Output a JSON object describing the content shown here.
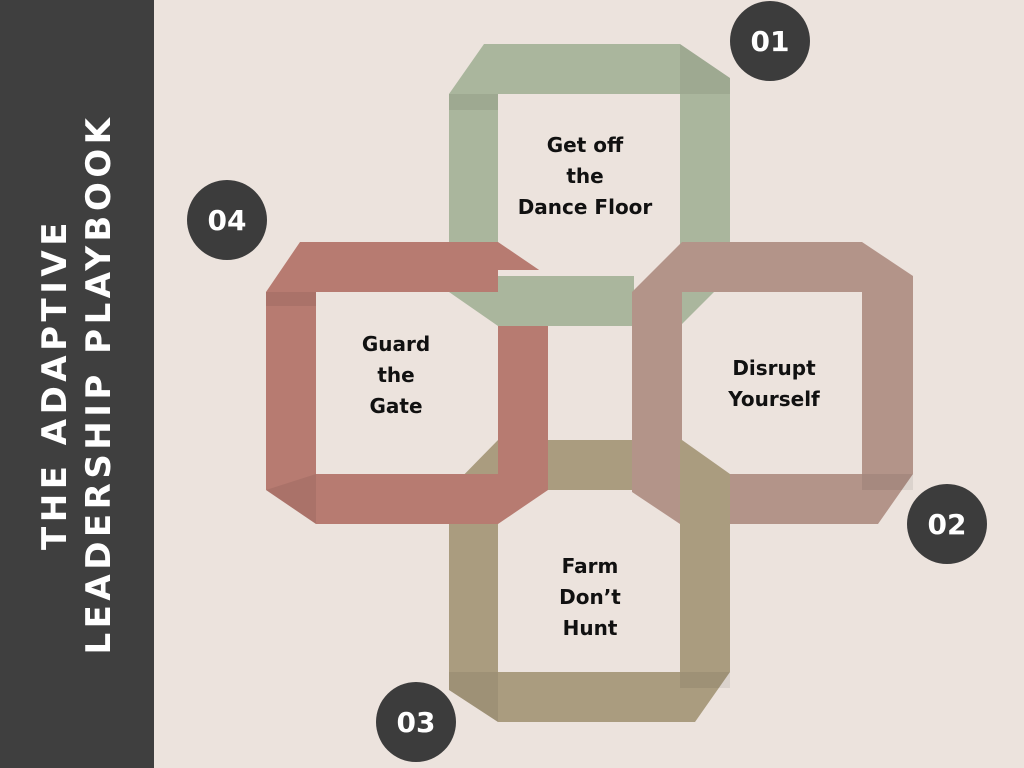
{
  "title": {
    "line1": "THE ADAPTIVE",
    "line2": "LEADERSHIP PLAYBOOK"
  },
  "steps": [
    {
      "number": "01",
      "lines": [
        "Get off",
        "the",
        "Dance Floor"
      ],
      "color": "#AAB69D"
    },
    {
      "number": "02",
      "lines": [
        "Disrupt",
        "Yourself"
      ],
      "color": "#B39489"
    },
    {
      "number": "03",
      "lines": [
        "Farm",
        "Don’t",
        "Hunt"
      ],
      "color": "#AA9C7F"
    },
    {
      "number": "04",
      "lines": [
        "Guard",
        "the",
        "Gate"
      ],
      "color": "#B77B71"
    }
  ],
  "colors": {
    "background": "#ECE3DD",
    "sidebar": "#3F3F3F",
    "badge": "#3C3C3C"
  }
}
